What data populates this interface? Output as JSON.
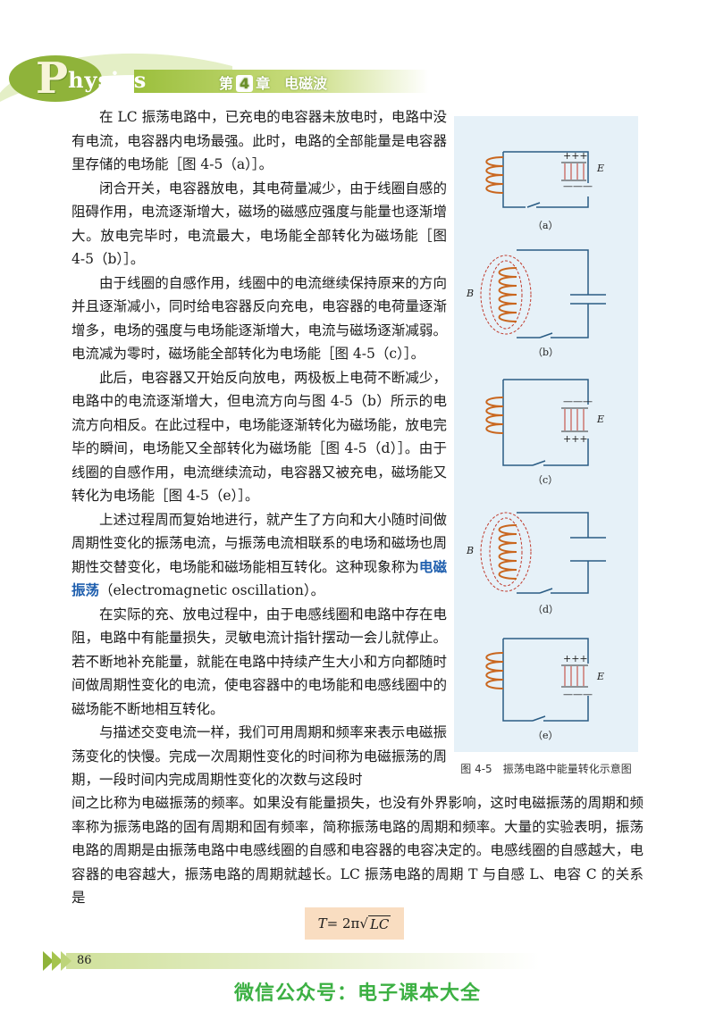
{
  "header": {
    "brand_first": "P",
    "brand_rest": "hysics",
    "chapter_prefix": "第",
    "chapter_num": "4",
    "chapter_suffix": "章",
    "chapter_title": "电磁波"
  },
  "paragraphs": [
    "在 LC 振荡电路中，已充电的电容器未放电时，电路中没有电流，电容器内电场最强。此时，电路的全部能量是电容器里存储的电场能［图 4-5（a）］。",
    "闭合开关，电容器放电，其电荷量减少，由于线圈自感的阻碍作用，电流逐渐增大，磁场的磁感应强度与能量也逐渐增大。放电完毕时，电流最大，电场能全部转化为磁场能［图 4-5（b）］。",
    "由于线圈的自感作用，线圈中的电流继续保持原来的方向并且逐渐减小，同时给电容器反向充电，电容器的电荷量逐渐增多，电场的强度与电场能逐渐增大，电流与磁场逐渐减弱。电流减为零时，磁场能全部转化为电场能［图 4-5（c）］。",
    "此后，电容器又开始反向放电，两极板上电荷不断减少，电路中的电流逐渐增大，但电流方向与图 4-5（b）所示的电流方向相反。在此过程中，电场能逐渐转化为磁场能，放电完毕的瞬间，电场能又全部转化为磁场能［图 4-5（d）］。由于线圈的自感作用，电流继续流动，电容器又被充电，磁场能又转化为电场能［图 4-5（e）］。"
  ],
  "para5_before": "上述过程周而复始地进行，就产生了方向和大小随时间做周期性变化的振荡电流，与振荡电流相联系的电场和磁场也周期性交替变化，电场能和磁场能相互转化。这种现象称为",
  "para5_term": "电磁振荡",
  "para5_after": "（electromagnetic oscillation）。",
  "para6": "在实际的充、放电过程中，由于电感线圈和电路中存在电阻，电路中有能量损失，灵敏电流计指针摆动一会儿就停止。若不断地补充能量，就能在电路中持续产生大小和方向都随时间做周期性变化的电流，使电容器中的电场能和电感线圈中的磁场能不断地相互转化。",
  "para7_start": "与描述交变电流一样，我们可用周期和频率来表示电磁振荡变化的快慢。完成一次周期性变化的时间称为电磁振荡的周期，一段时间内完成周期性变化的次数与这段时",
  "para7_full": "间之比称为电磁振荡的频率。如果没有能量损失，也没有外界影响，这时电磁振荡的周期和频率称为振荡电路的固有周期和固有频率，简称振荡电路的周期和频率。大量的实验表明，振荡电路的周期是由振荡电路中电感线圈的自感和电容器的电容决定的。电感线圈的自感越大，电容器的电容越大，振荡电路的周期就越长。LC 振荡电路的周期 T 与自感 L、电容 C 的关系是",
  "figure": {
    "caption": "图 4-5　振荡电路中能量转化示意图",
    "labels": [
      "（a）",
      "（b）",
      "（c）",
      "（d）",
      "（e）"
    ],
    "E": "E",
    "B": "B",
    "plus": "+++",
    "minus": "———"
  },
  "formula": {
    "lhs": "T",
    "eq": " = 2π",
    "rad": "LC"
  },
  "page_number": "86",
  "watermark": "微信公众号：电子课本大全"
}
